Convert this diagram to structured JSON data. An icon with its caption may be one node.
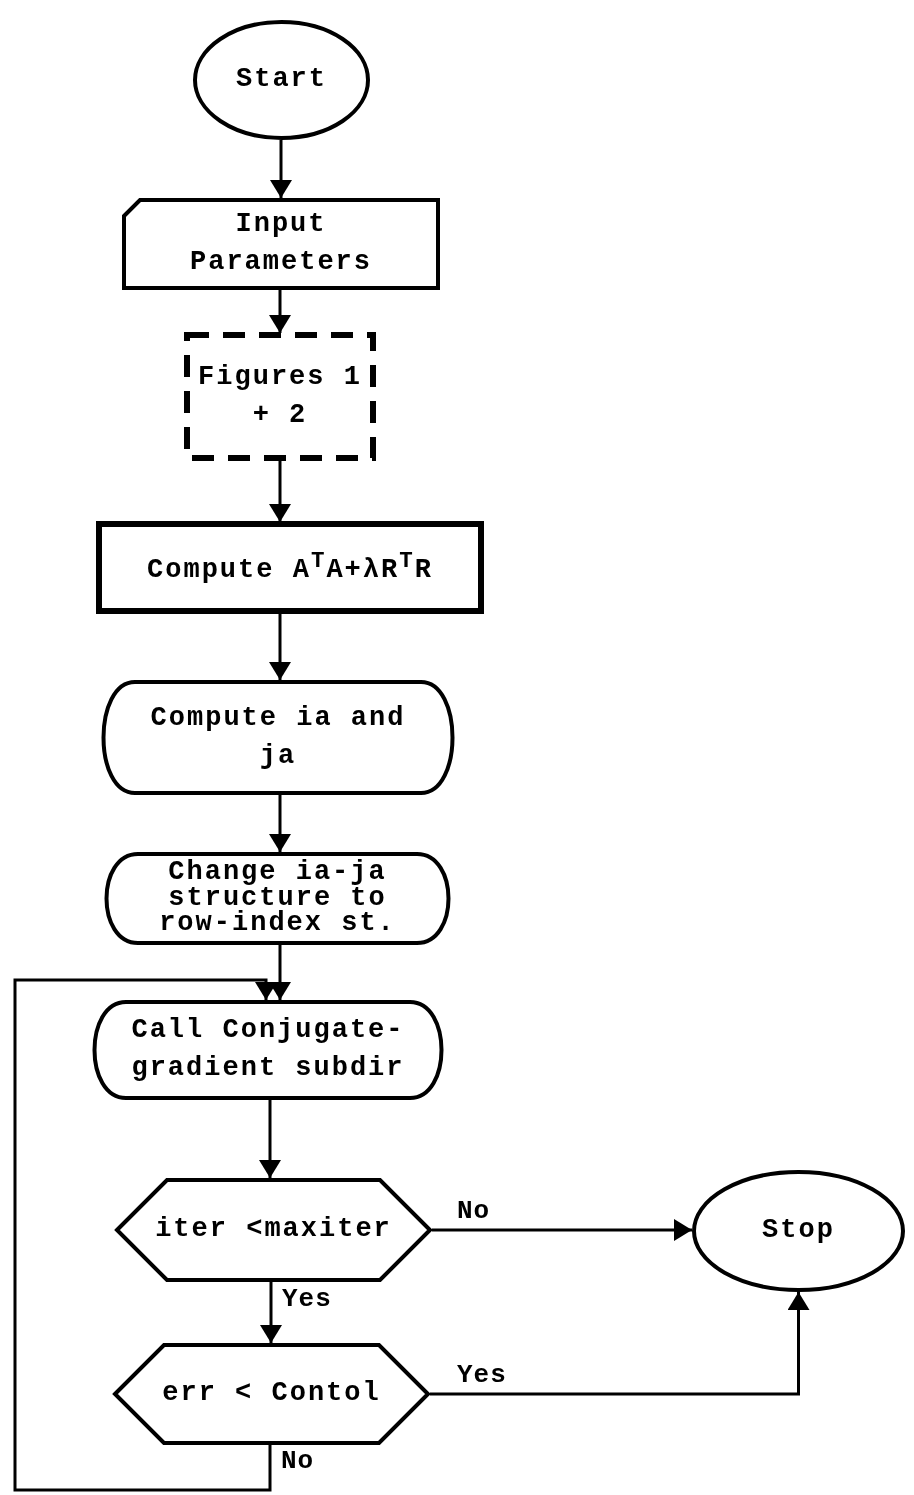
{
  "diagram": {
    "nodes": [
      {
        "text": [
          "Start"
        ]
      },
      {
        "text": [
          "Input Parameters"
        ]
      },
      {
        "text": [
          "Figures 1 + 2"
        ]
      },
      {
        "text": [
          "Compute A$^{T}$A+λR$^{T}$R"
        ]
      },
      {
        "text": [
          "Compute ia and ja"
        ]
      },
      {
        "text": [
          "Change ia-ja structure to row-index st."
        ]
      },
      {
        "text": [
          "Call Conjugate-gradient subdir"
        ]
      },
      {
        "text": [
          "iter <maxiter"
        ]
      },
      {
        "text": [
          "err < Contol"
        ]
      },
      {
        "text": [
          "Stop"
        ]
      }
    ],
    "edges": [
      {
        "from": 0,
        "to": 1,
        "arrow": "to"
      },
      {
        "from": 1,
        "to": 2,
        "arrow": "to"
      },
      {
        "from": 2,
        "to": 3,
        "arrow": "to"
      },
      {
        "from": 3,
        "to": 4,
        "arrow": "to"
      },
      {
        "from": 4,
        "to": 5,
        "arrow": "to"
      },
      {
        "from": 5,
        "to": 6,
        "arrow": "to"
      },
      {
        "from": 6,
        "to": 7,
        "arrow": "to"
      },
      {
        "from": 7,
        "to": 9,
        "label": "No",
        "arrow": "to"
      },
      {
        "from": 7,
        "to": 8,
        "label": "Yes",
        "arrow": "to"
      },
      {
        "from": 8,
        "to": 9,
        "label": "Yes",
        "arrow": "to"
      },
      {
        "from": 8,
        "to": 6,
        "label": "No",
        "arrow": "to"
      }
    ]
  }
}
